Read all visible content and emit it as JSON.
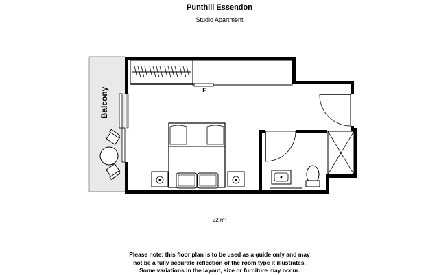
{
  "header": {
    "title": "Punthill Essendon",
    "subtitle": "Studio Apartment"
  },
  "plan": {
    "balcony_label": "Balcony",
    "fridge_label": "F",
    "area_label": "22  m²"
  },
  "footer": {
    "lines": [
      "Please note: this floor plan is to be used as a guide only and may",
      "not be a fully accurate reflection of the room type it illustrates.",
      "Some variations in the layout, size or furniture may occur."
    ]
  }
}
